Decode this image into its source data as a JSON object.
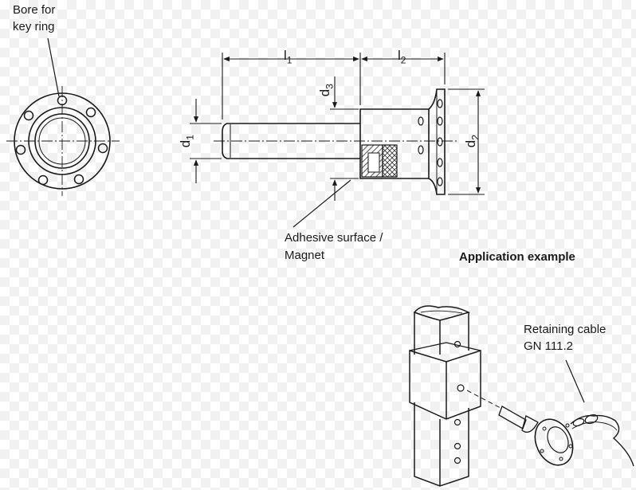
{
  "labels": {
    "bore_line1": "Bore for",
    "bore_line2": "key ring",
    "adhesive_line1": "Adhesive surface /",
    "adhesive_line2": "Magnet",
    "application_title": "Application example",
    "cable_line1": "Retaining cable",
    "cable_line2": "GN 111.2"
  },
  "dimensions": {
    "l1": "l",
    "l1_sub": "1",
    "l2": "l",
    "l2_sub": "2",
    "d1": "d",
    "d1_sub": "1",
    "d2": "d",
    "d2_sub": "2",
    "d3": "d",
    "d3_sub": "3"
  },
  "colors": {
    "line": "#1a1a1a",
    "hatch": "#333333",
    "checker": "#f1f1f1"
  }
}
